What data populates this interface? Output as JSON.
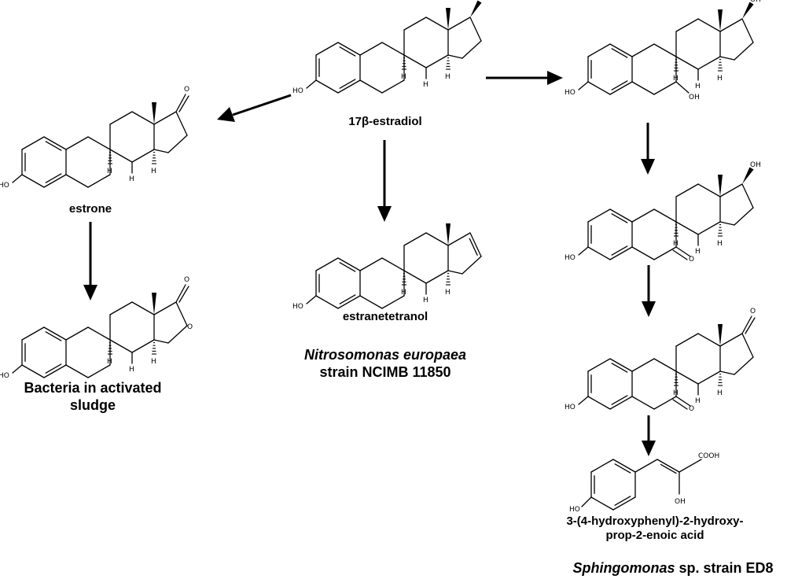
{
  "compounds": {
    "estradiol": "17β-estradiol",
    "estrone": "estrone",
    "estranetetranol": "estranetetranol",
    "acid_line1": "3-(4-hydroxyphenyl)-2-hydroxy-",
    "acid_line2": "prop-2-enoic acid"
  },
  "organisms": {
    "activated_sludge_line1": "Bacteria in activated",
    "activated_sludge_line2": "sludge",
    "nitrosomonas_genus": "Nitrosomonas europaea",
    "nitrosomonas_strain": "strain NCIMB 11850",
    "sphingomonas_genus": "Sphingomonas",
    "sphingomonas_rest": " sp. strain ED8"
  },
  "atoms": {
    "OH": "OH",
    "HO": "HO",
    "O": "O",
    "H": "H",
    "COOH": "COOH"
  }
}
